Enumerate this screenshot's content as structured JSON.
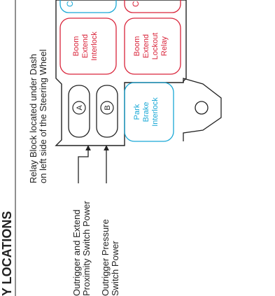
{
  "heading": "Y LOCATIONS",
  "note": {
    "line1": "Relay Block located under Dash",
    "line2": "on left side of the Steering Wheel"
  },
  "callouts": [
    {
      "line1": "Outrigger and Extend",
      "line2": "Proximity Switch Power"
    },
    {
      "line1": "Outrigger Pressure",
      "line2": "Switch Power"
    }
  ],
  "terminals": [
    "A",
    "B"
  ],
  "relays": {
    "top_left": [
      "C"
    ],
    "top_right": [
      "C"
    ],
    "boom_extend_interlock": [
      "Boom",
      "Extend",
      "Interlock"
    ],
    "boom_extend_lockout_relay": [
      "Boom",
      "Extend",
      "Lockout",
      "Relay"
    ],
    "park_brake_interlock": [
      "Park",
      "Brake",
      "Interlock"
    ]
  },
  "colors": {
    "red": "#d9243a",
    "cyan": "#19a8d6",
    "ink": "#222222"
  }
}
